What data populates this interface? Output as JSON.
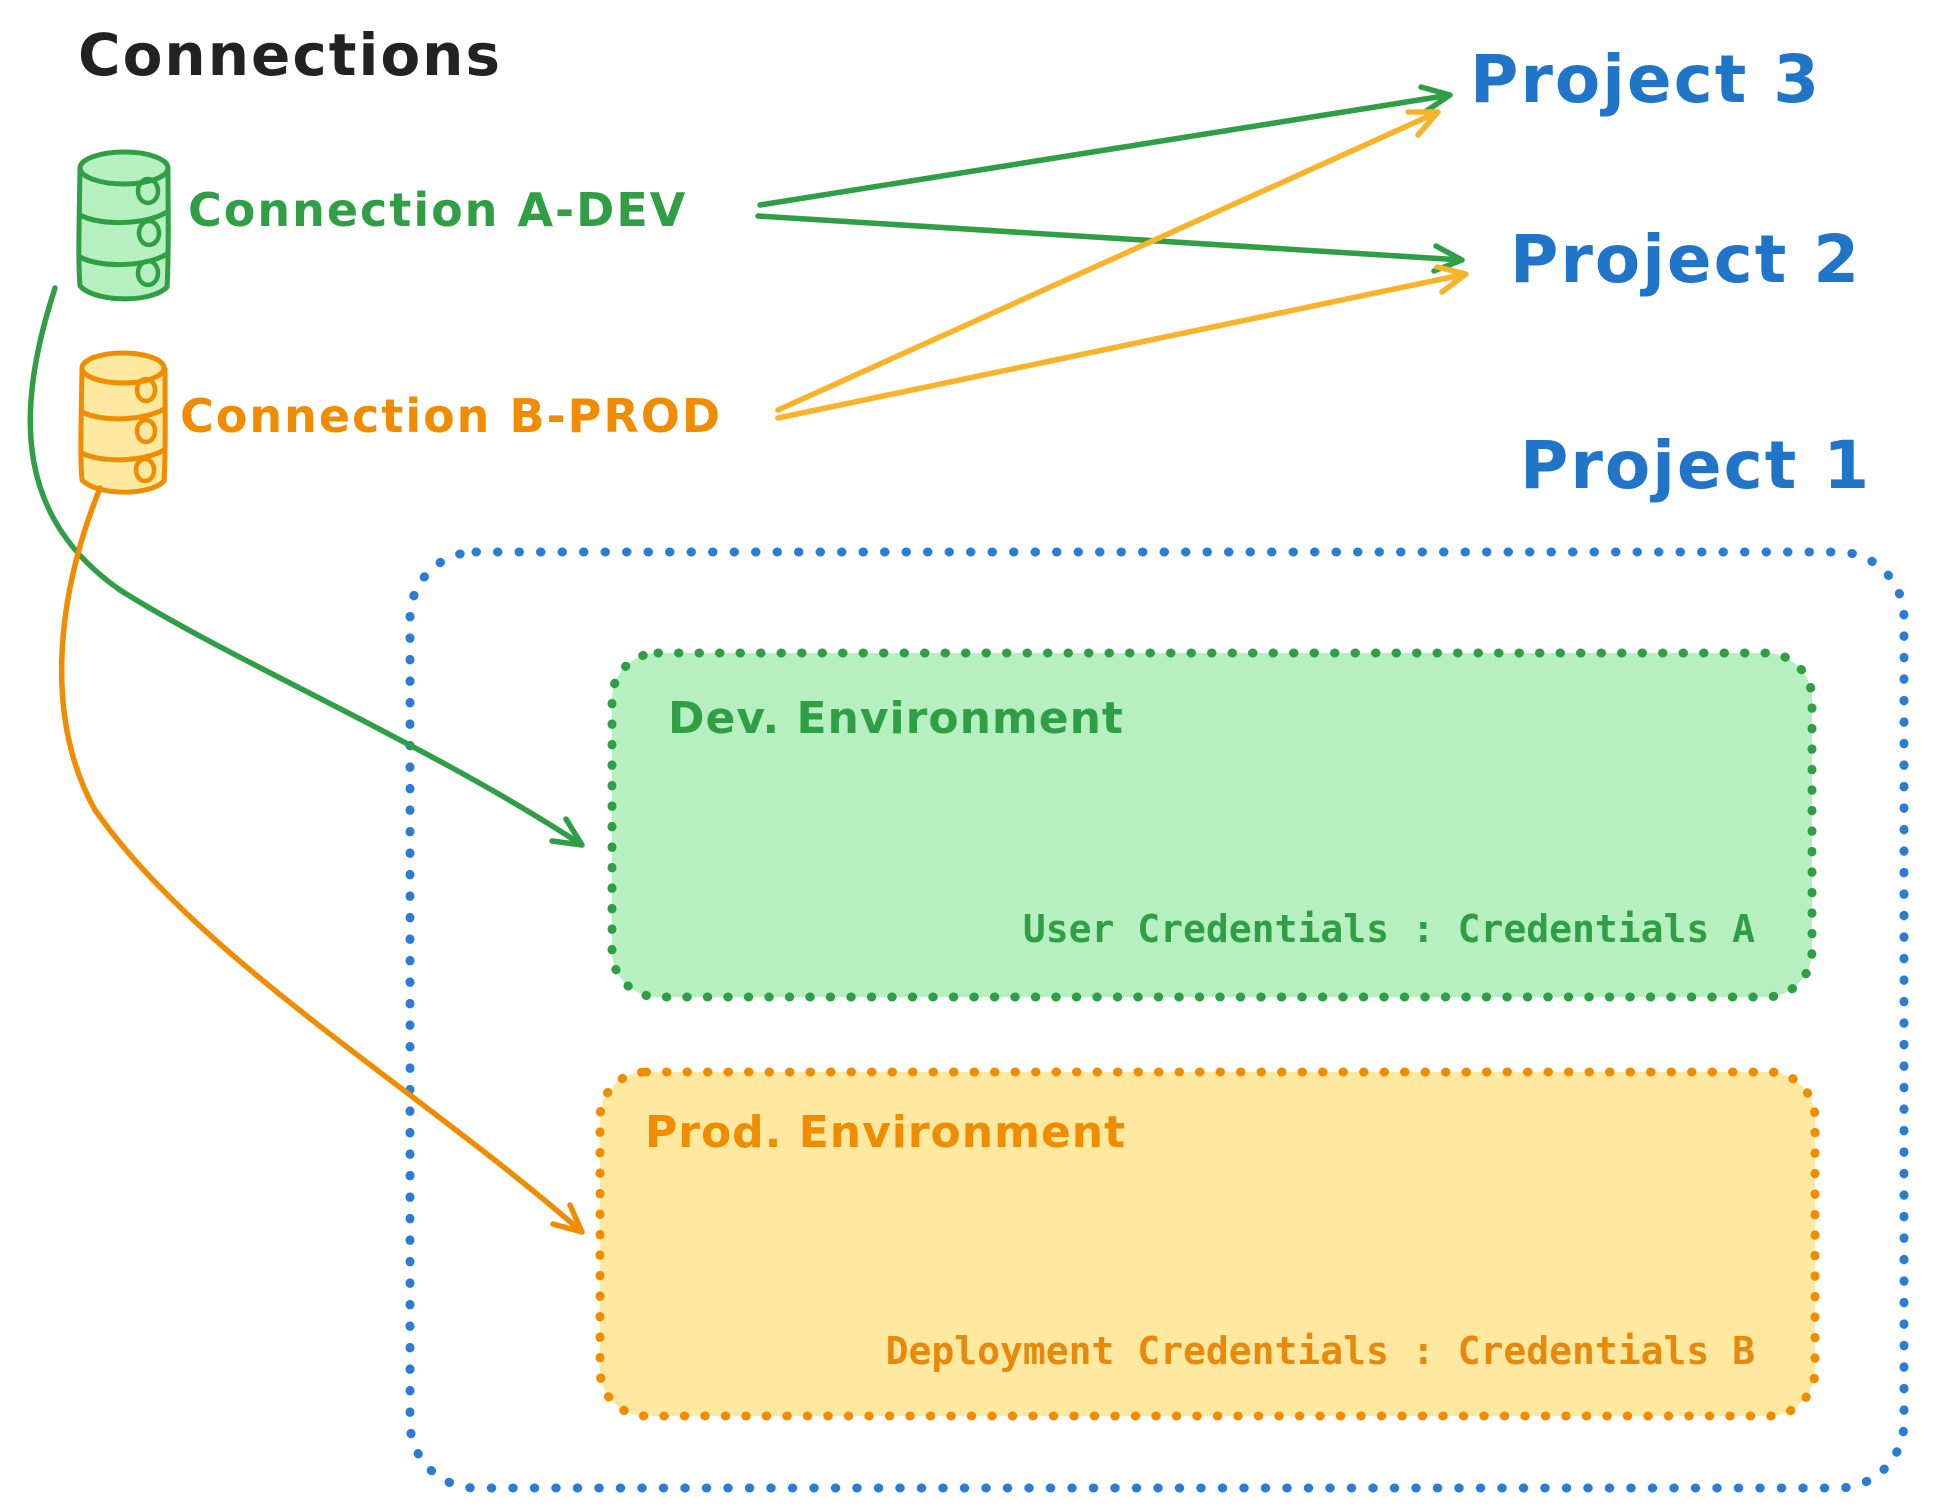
{
  "title": "Connections",
  "connections": {
    "dev": {
      "label": "Connection A-DEV",
      "icon": "database-icon",
      "color": "#2f9e44",
      "fill": "#b7f0c0"
    },
    "prod": {
      "label": "Connection B-PROD",
      "icon": "database-icon",
      "color": "#f08c00",
      "fill": "#ffe9a0"
    }
  },
  "projects": {
    "p3": {
      "label": "Project 3"
    },
    "p2": {
      "label": "Project 2"
    },
    "p1": {
      "label": "Project 1"
    }
  },
  "environments": {
    "dev": {
      "name": "Dev. Environment",
      "credentials": "User Credentials : Credentials A"
    },
    "prod": {
      "name": "Prod. Environment",
      "credentials": "Deployment Credentials : Credentials B"
    }
  },
  "links": [
    {
      "from": "Connection A-DEV",
      "to": "Project 3"
    },
    {
      "from": "Connection A-DEV",
      "to": "Project 2"
    },
    {
      "from": "Connection B-PROD",
      "to": "Project 3"
    },
    {
      "from": "Connection B-PROD",
      "to": "Project 2"
    },
    {
      "from": "Connection A-DEV",
      "to": "Dev. Environment (Project 1)"
    },
    {
      "from": "Connection B-PROD",
      "to": "Prod. Environment (Project 1)"
    }
  ],
  "colors": {
    "title_text": "#222222",
    "green": "#2f9e44",
    "green_fill": "#b7f0c0",
    "orange": "#f08c00",
    "orange_fill": "#ffe9a0",
    "orange_text": "#e8890c",
    "blue_border": "#2b7cd3",
    "blue_text": "#2175c9"
  }
}
